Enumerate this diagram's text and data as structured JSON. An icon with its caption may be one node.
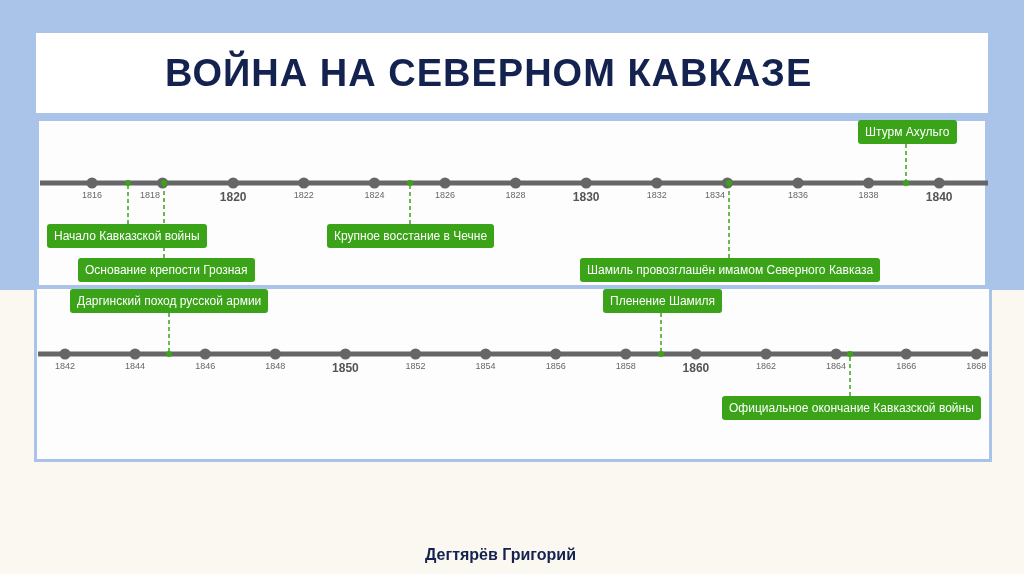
{
  "diagram": {
    "title": "ВОЙНА НА СЕВЕРНОМ КАВКАЗЕ",
    "nodes": [
      {
        "text": [
          "Штурм Ахульго"
        ]
      },
      {
        "text": [
          "Начало Кавказской войны"
        ]
      },
      {
        "text": [
          "Крупное восстание в Чечне"
        ]
      },
      {
        "text": [
          "Основание крепости Грозная"
        ]
      },
      {
        "text": [
          "Шамиль провозглашён имамом Северного Кавказа"
        ]
      },
      {
        "text": [
          "Даргинский поход русской армии"
        ]
      },
      {
        "text": [
          "Пленение Шамиля"
        ]
      },
      {
        "text": [
          "Официальное окончание Кавказской войны"
        ]
      },
      {
        "text": [],
        "shape": "circle"
      },
      {
        "text": [],
        "shape": "circle"
      },
      {
        "text": [],
        "shape": "circle"
      },
      {
        "text": [],
        "shape": "circle"
      },
      {
        "text": [],
        "shape": "circle"
      },
      {
        "text": [],
        "shape": "circle"
      },
      {
        "text": [],
        "shape": "circle"
      },
      {
        "text": [],
        "shape": "circle"
      }
    ],
    "edges": [
      {
        "from": 0,
        "to": 15,
        "arrow": "none",
        "style": "dashed"
      },
      {
        "from": 1,
        "to": 8,
        "arrow": "none",
        "style": "dashed"
      },
      {
        "from": 2,
        "to": 11,
        "arrow": "none",
        "style": "dashed"
      },
      {
        "from": 3,
        "to": 9,
        "arrow": "none",
        "style": "dashed"
      },
      {
        "from": 4,
        "to": 14,
        "arrow": "none",
        "style": "dashed"
      },
      {
        "from": 5,
        "to": 10,
        "arrow": "none",
        "style": "dashed"
      },
      {
        "from": 6,
        "to": 12,
        "arrow": "none",
        "style": "dashed"
      },
      {
        "from": 7,
        "to": 13,
        "arrow": "none",
        "style": "dashed"
      }
    ],
    "labels": [
      "1816",
      "1818",
      "1820",
      "1822",
      "1824",
      "1826",
      "1828",
      "1830",
      "1832",
      "1834",
      "1836",
      "1838",
      "1840",
      "1842",
      "1844",
      "1846",
      "1848",
      "1850",
      "1852",
      "1854",
      "1856",
      "1858",
      "1860",
      "1862",
      "1864",
      "1866",
      "1868",
      "Дегтярёв Григорий"
    ]
  }
}
